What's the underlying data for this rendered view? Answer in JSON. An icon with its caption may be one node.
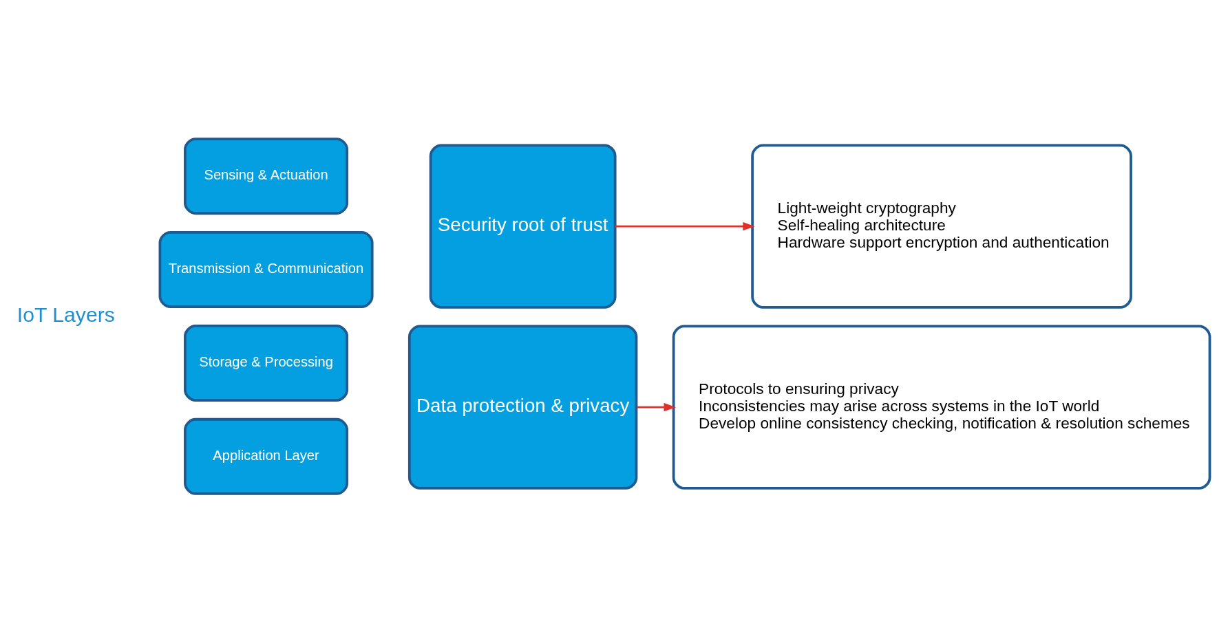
{
  "diagram": {
    "nodes": [
      {
        "text": [
          "Sensing & Actuation"
        ]
      },
      {
        "text": [
          "Transmission & Communication"
        ]
      },
      {
        "text": [
          "Storage & Processing"
        ]
      },
      {
        "text": [
          "Application Layer"
        ]
      },
      {
        "text": [
          "Security root of trust"
        ]
      },
      {
        "text": [
          "Data protection & privacy"
        ]
      },
      {
        "text": [
          "Light-weight cryptography",
          "Self-healing architecture",
          "Hardware support encryption and authentication"
        ]
      },
      {
        "text": [
          "Protocols to ensuring privacy",
          "Inconsistencies may arise across systems in the IoT world",
          "Develop online consistency checking, notification & resolution schemes"
        ]
      }
    ],
    "edges": [
      {
        "from": 4,
        "to": 6,
        "arrow": "to"
      },
      {
        "from": 5,
        "to": 7,
        "arrow": "to"
      }
    ],
    "labels": [
      "IoT Layers"
    ]
  }
}
